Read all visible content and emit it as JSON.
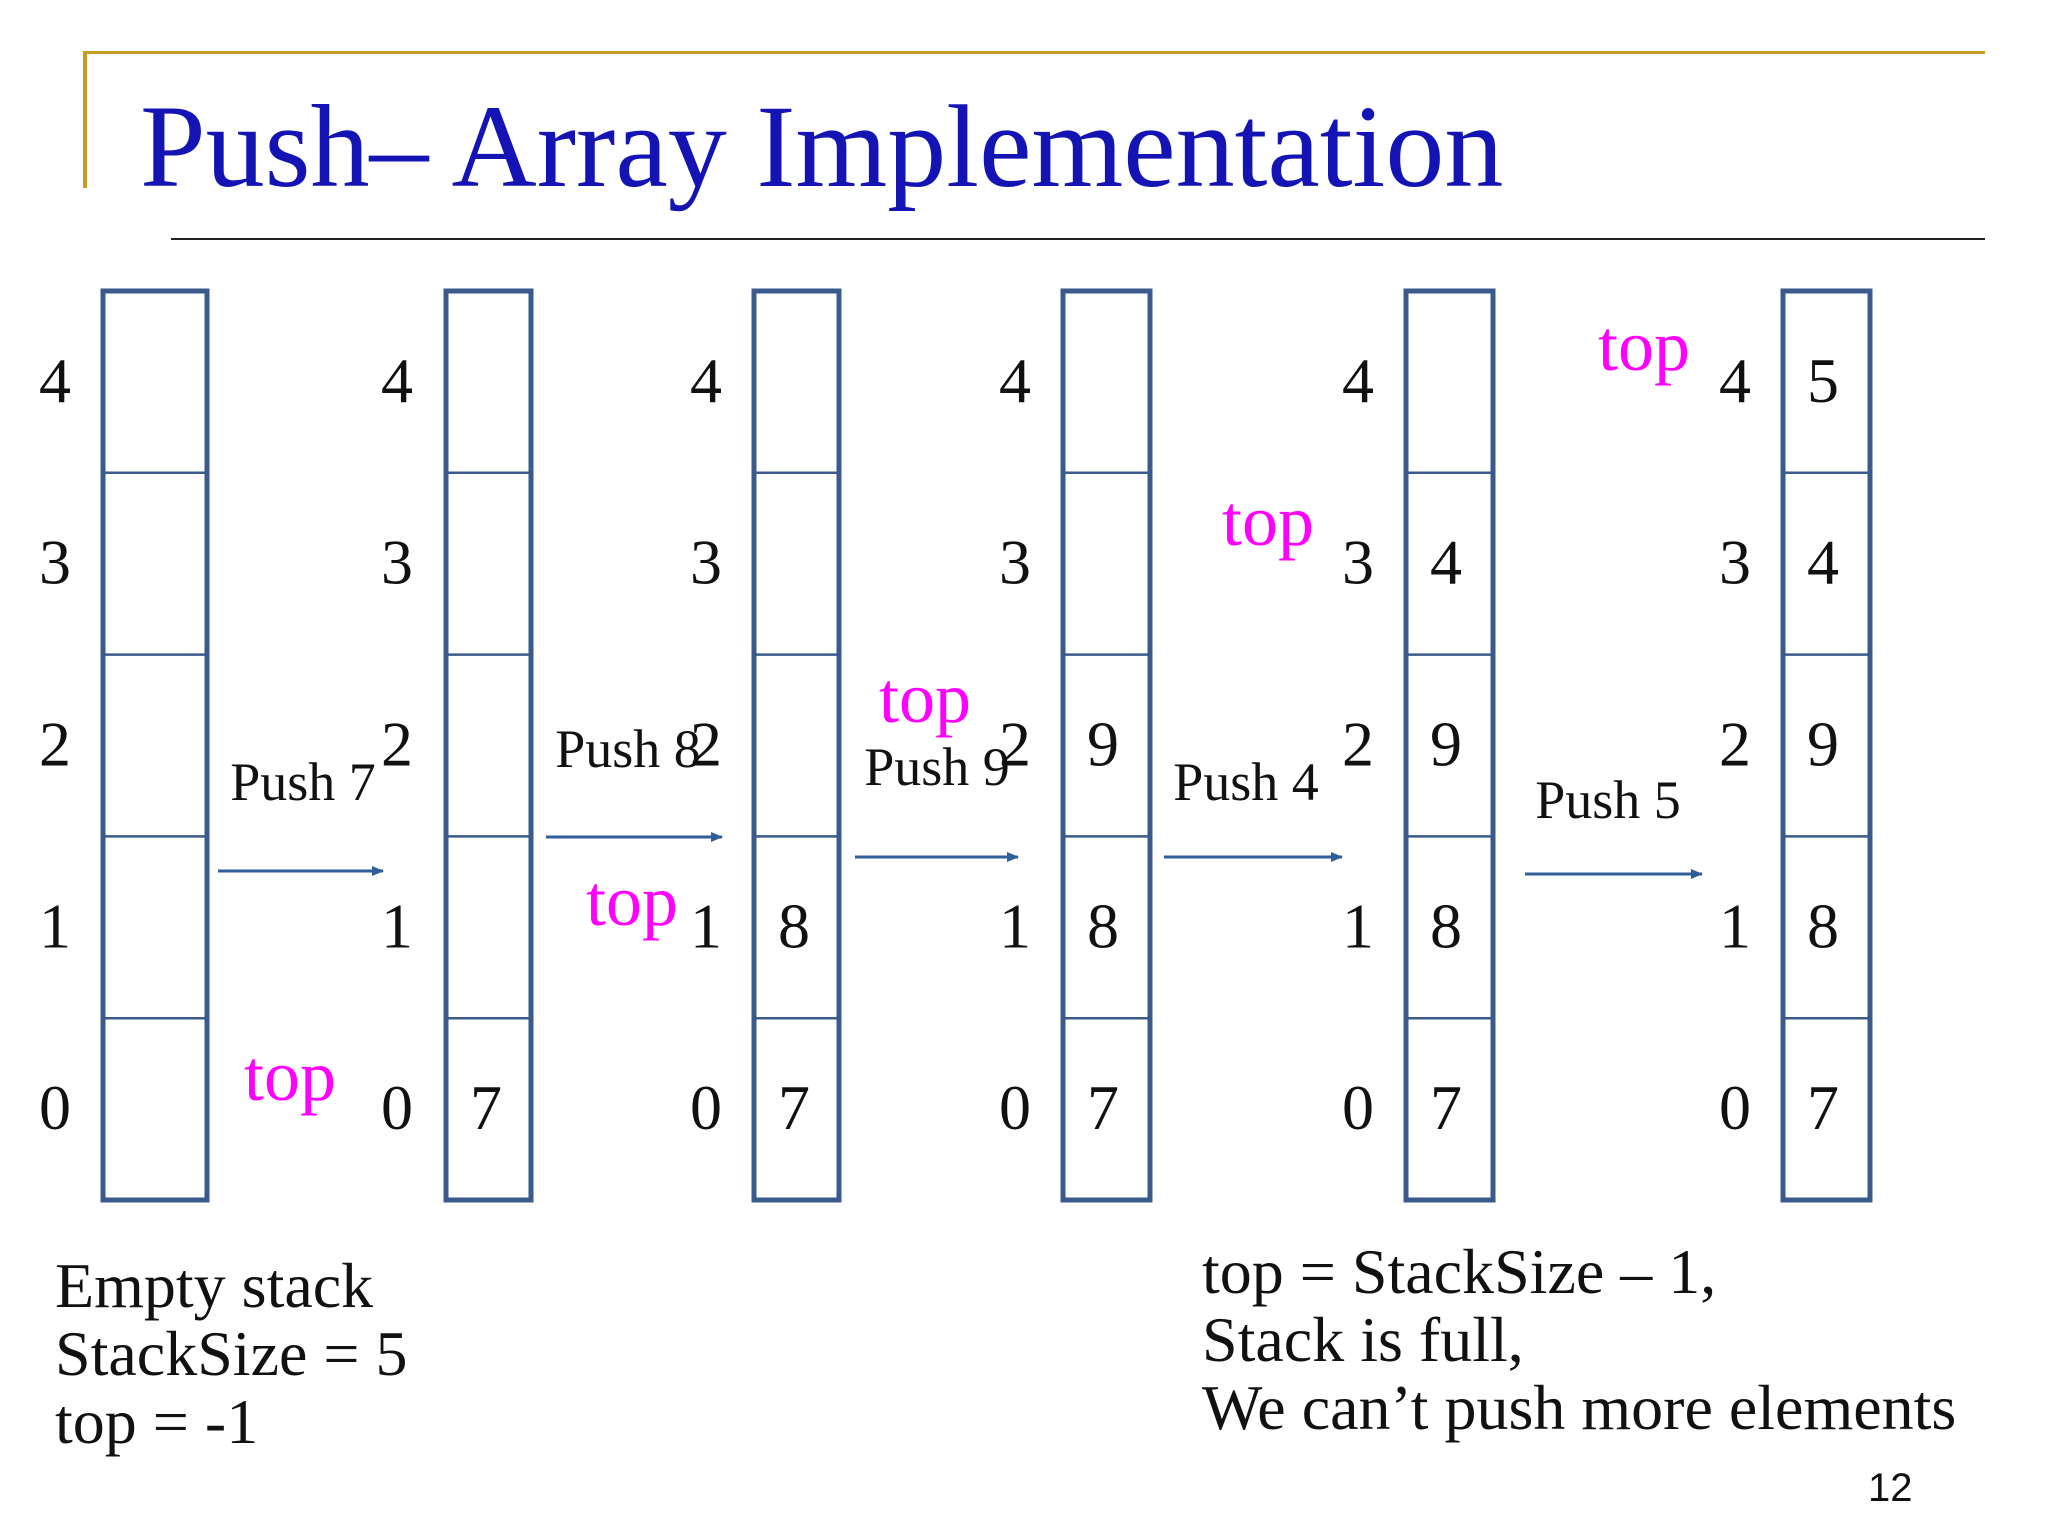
{
  "title": "Push– Array Implementation",
  "top_marker_label": "top",
  "colors": {
    "title": "#1414b4",
    "box_stroke": "#3a5a8c",
    "arrow": "#2f5f99",
    "top_marker": "#ff00ff",
    "rule_gold": "#c89c1e"
  },
  "index_labels": [
    "0",
    "1",
    "2",
    "3",
    "4"
  ],
  "stacks": [
    {
      "name": "empty",
      "cells": [
        "",
        "",
        "",
        "",
        ""
      ],
      "top_index": -1
    },
    {
      "name": "after-push-7",
      "cells": [
        "7",
        "",
        "",
        "",
        ""
      ],
      "top_index": 0
    },
    {
      "name": "after-push-8",
      "cells": [
        "7",
        "8",
        "",
        "",
        ""
      ],
      "top_index": 1
    },
    {
      "name": "after-push-9",
      "cells": [
        "7",
        "8",
        "9",
        "",
        ""
      ],
      "top_index": 2
    },
    {
      "name": "after-push-4",
      "cells": [
        "7",
        "8",
        "9",
        "4",
        ""
      ],
      "top_index": 3
    },
    {
      "name": "after-push-5",
      "cells": [
        "7",
        "8",
        "9",
        "4",
        "5"
      ],
      "top_index": 4
    }
  ],
  "operations": [
    "Push 7",
    "Push 8",
    "Push 9",
    "Push 4",
    "Push 5"
  ],
  "notes": {
    "left": [
      "Empty stack",
      "StackSize = 5",
      "top = -1"
    ],
    "right": [
      "top = StackSize – 1,",
      "Stack is full,",
      "We can’t push more elements"
    ]
  },
  "page_number": "12"
}
